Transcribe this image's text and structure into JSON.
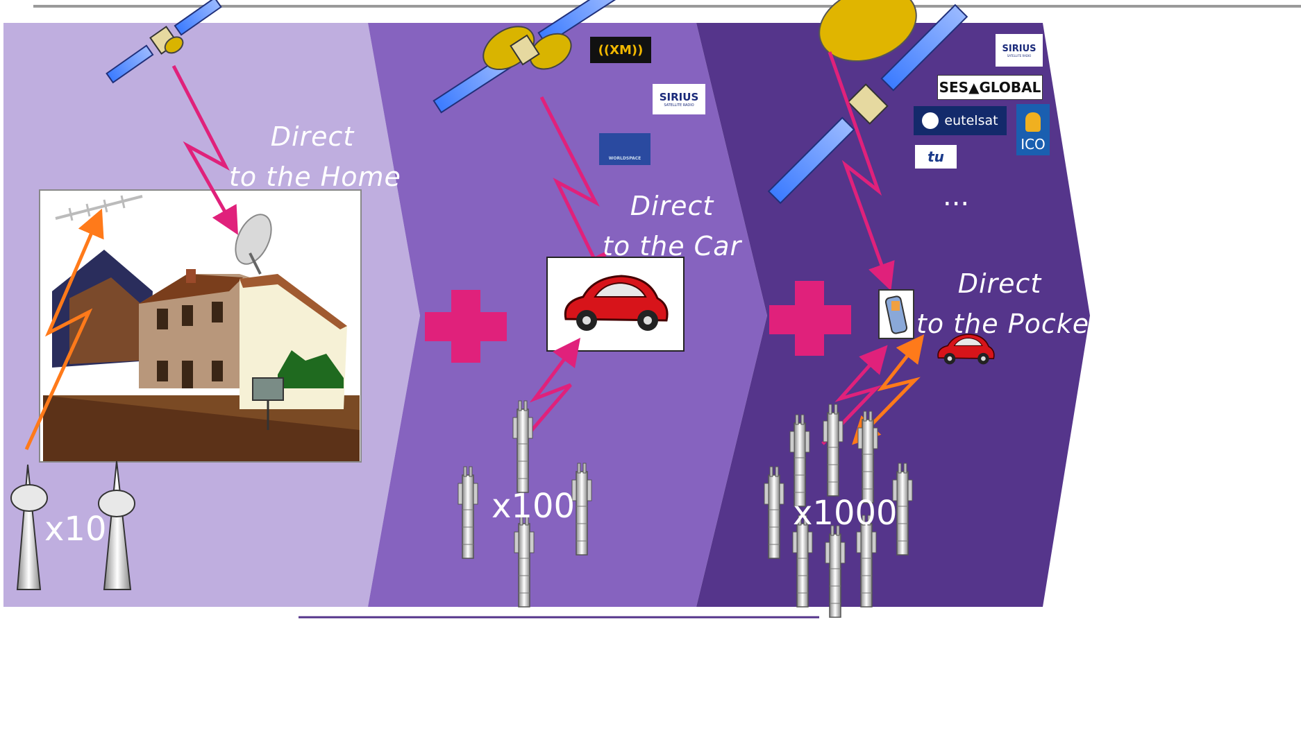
{
  "panels": [
    {
      "id": "home",
      "caption_line1": "Direct",
      "caption_line2": "to the Home",
      "multiplier": "x10"
    },
    {
      "id": "car",
      "caption_line1": "Direct",
      "caption_line2": "to the Car",
      "multiplier": "x100"
    },
    {
      "id": "pocket",
      "caption_line1": "Direct",
      "caption_line2": "to the Pocket",
      "multiplier": "x1000"
    }
  ],
  "logos": {
    "xm": "((XM))",
    "sirius": "SIRIUS",
    "sirius_sub": "SATELLITE RADIO",
    "worldspace": "WORLDSPACE",
    "ses": "SES▲GLOBAL",
    "eutelsat": "eutelsat",
    "ico": "ICO",
    "tu": "tu",
    "more": "..."
  },
  "colors": {
    "panel1": "#bfaedf",
    "panel2": "#8663bf",
    "panel3": "#55358b",
    "link_satellite": "#e0217b",
    "link_terrestrial": "#ff7a1a",
    "plus": "#e0217b"
  }
}
